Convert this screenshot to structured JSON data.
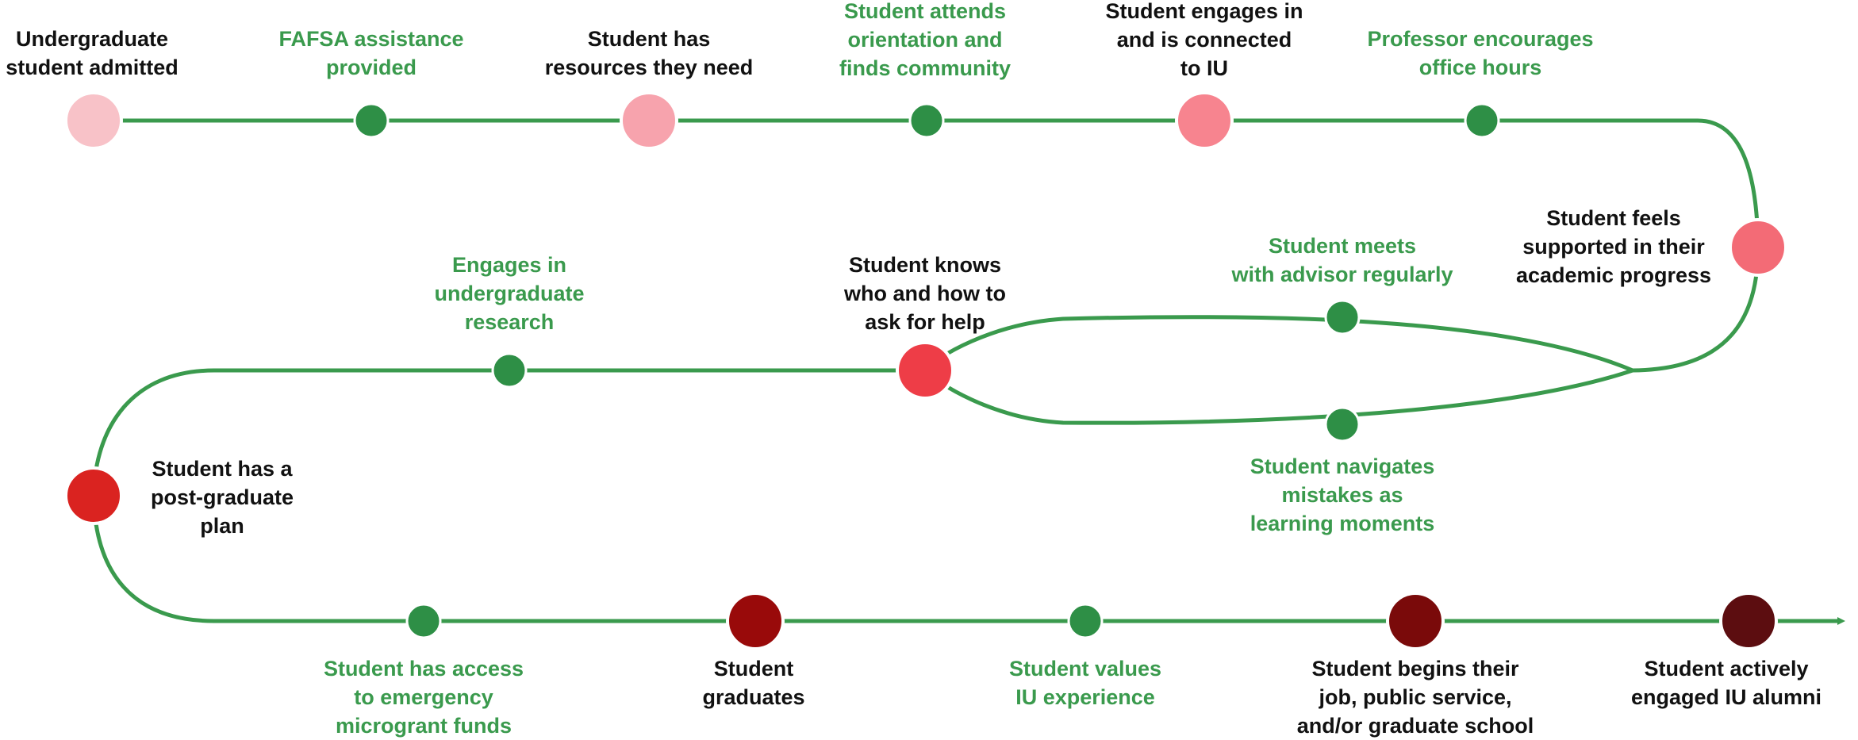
{
  "colors": {
    "path": "#3a9a4d",
    "support_node": "#2e8f46",
    "support_text": "#3a9a4d",
    "milestone_text": "#111111"
  },
  "nodes": [
    {
      "id": "undergraduate-student-admitted",
      "kind": "milestone",
      "text": "Undergraduate\nstudent admitted",
      "color": "#f8c2c8"
    },
    {
      "id": "fafsa-assistance-provided",
      "kind": "support",
      "text": "FAFSA assistance\nprovided"
    },
    {
      "id": "student-has-resources",
      "kind": "milestone",
      "text": "Student has\nresources they need",
      "color": "#f7a3ad"
    },
    {
      "id": "student-attends-orientation",
      "kind": "support",
      "text": "Student attends\norientation and\nfinds community"
    },
    {
      "id": "student-engages-connected",
      "kind": "milestone",
      "text": "Student engages in\nand is connected\nto IU",
      "color": "#f7848f"
    },
    {
      "id": "professor-encourages-office-hours",
      "kind": "support",
      "text": "Professor encourages\noffice hours"
    },
    {
      "id": "student-feels-supported",
      "kind": "milestone",
      "text": "Student feels\nsupported in their\nacademic progress",
      "color": "#f36b76"
    },
    {
      "id": "student-meets-advisor",
      "kind": "support",
      "text": "Student meets\nwith advisor regularly"
    },
    {
      "id": "student-navigates-mistakes",
      "kind": "support",
      "text": "Student navigates\nmistakes as\nlearning moments"
    },
    {
      "id": "student-knows-help",
      "kind": "milestone",
      "text": "Student knows\nwho and how to\nask for help",
      "color": "#ee3d47"
    },
    {
      "id": "engages-undergraduate-research",
      "kind": "support",
      "text": "Engages in\nundergraduate\nresearch"
    },
    {
      "id": "student-post-graduate-plan",
      "kind": "milestone",
      "text": "Student has a\npost-graduate\nplan",
      "color": "#da2320"
    },
    {
      "id": "student-emergency-microgrant",
      "kind": "support",
      "text": "Student has access\nto emergency\nmicrogrant funds"
    },
    {
      "id": "student-graduates",
      "kind": "milestone",
      "text": "Student\ngraduates",
      "color": "#990a0a"
    },
    {
      "id": "student-values-iu",
      "kind": "support",
      "text": "Student values\nIU experience"
    },
    {
      "id": "student-begins-job",
      "kind": "milestone",
      "text": "Student begins their\njob, public service,\nand/or graduate school",
      "color": "#7a0a0a"
    },
    {
      "id": "student-engaged-alumni",
      "kind": "milestone",
      "text": "Student actively\nengaged IU alumni",
      "color": "#5c0d10"
    }
  ]
}
